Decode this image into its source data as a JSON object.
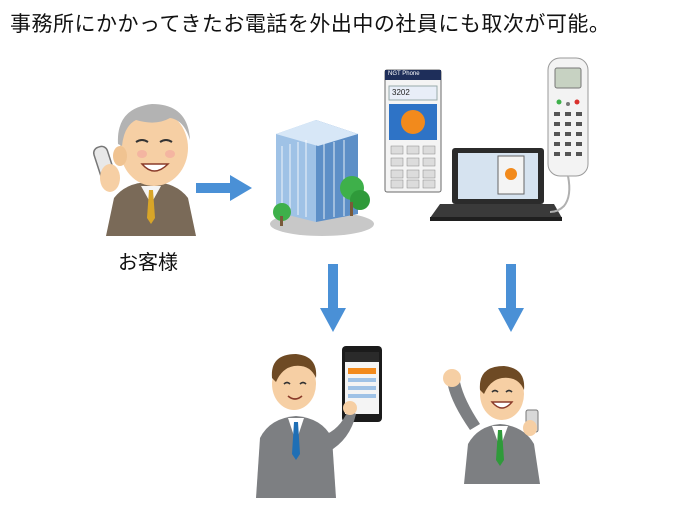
{
  "header": {
    "title": "事務所にかかってきたお電話を外出中の社員にも取次が可能。"
  },
  "customer": {
    "label": "お客様"
  },
  "softphone": {
    "brand": "NGT Phone",
    "number": "3202"
  },
  "colors": {
    "arrow": "#4a90d6",
    "suit": "#7d7f82",
    "tie_blue": "#1f6fb5",
    "tie_green": "#2f9a3a",
    "building_blue": "#8fb6df",
    "tree_green": "#3eb04a",
    "laptop_dark": "#2b2b2b",
    "skin": "#f6cfa4"
  }
}
